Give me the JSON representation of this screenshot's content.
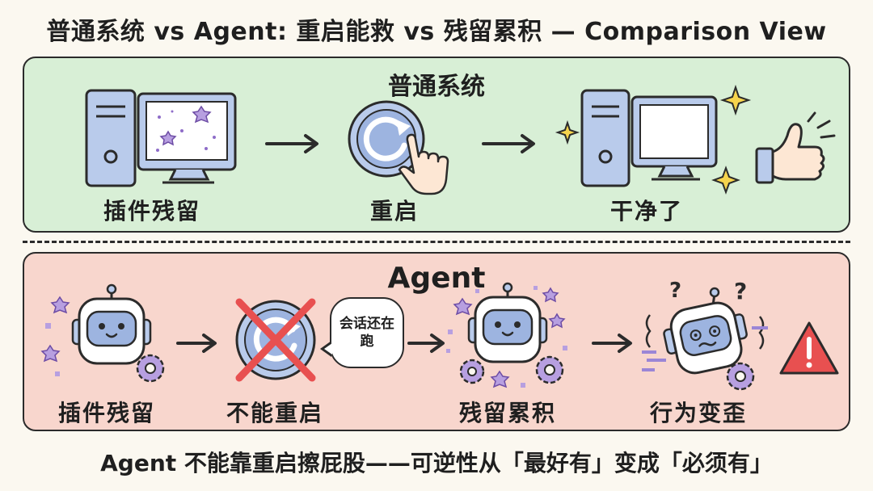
{
  "title": "普通系统 vs Agent: 重启能救 vs 残留累积 — Comparison View",
  "normal": {
    "heading": "普通系统",
    "steps": [
      "插件残留",
      "重启",
      "干净了"
    ]
  },
  "agent": {
    "heading": "Agent",
    "steps": [
      "插件残留",
      "不能重启",
      "残留累积",
      "行为变歪"
    ],
    "bubble": "会话还在跑"
  },
  "footer": "Agent 不能靠重启擦屁股——可逆性从「最好有」变成「必须有」",
  "colors": {
    "normal_bg": "#d8efd6",
    "agent_bg": "#f8d6cd",
    "blue": "#b9cbeb",
    "purple": "#b79fe0",
    "red": "#e85050"
  }
}
